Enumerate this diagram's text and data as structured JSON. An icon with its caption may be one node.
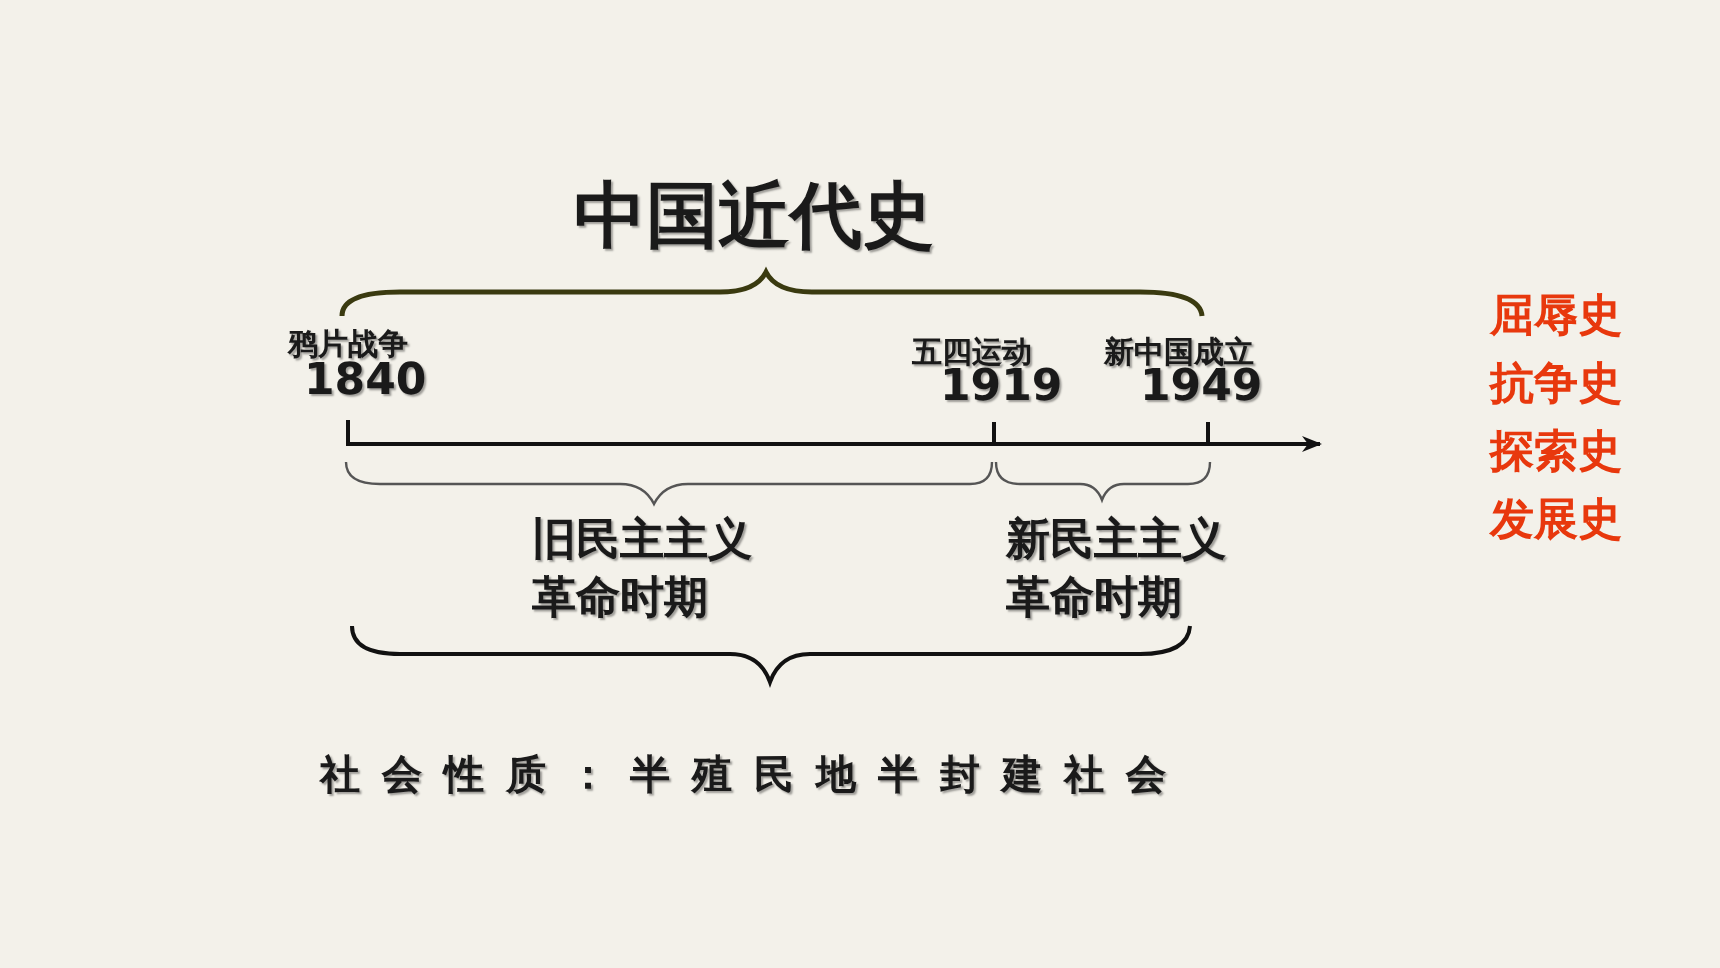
{
  "diagram": {
    "title": "中国近代史",
    "labels": [
      "鸦片战争",
      "1840",
      "五四运动",
      "1919",
      "新中国成立",
      "1949",
      "屈辱史",
      "抗争史",
      "探索史",
      "发展史",
      "旧民主主义革命时期",
      "新民主主义革命时期",
      "社会性质：半殖民地半封建社会"
    ]
  }
}
